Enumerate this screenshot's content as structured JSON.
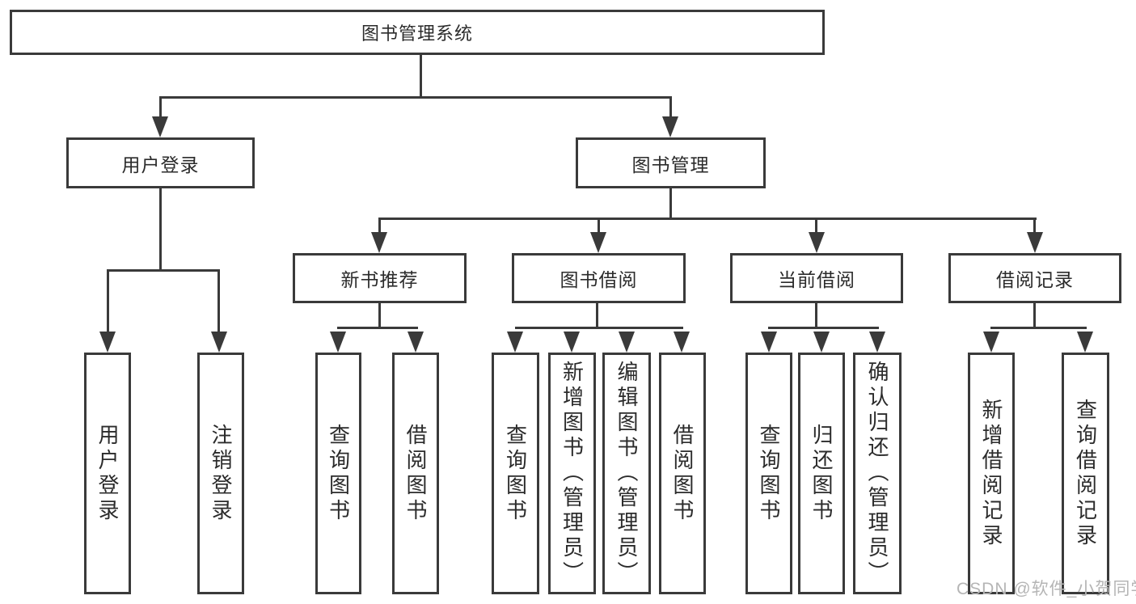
{
  "diagram_type": "hierarchy-tree",
  "colors": {
    "line": "#3a3a3a",
    "text": "#2b2b2b",
    "box_fill": "#ffffff",
    "watermark": "#b5b5b5",
    "background": "#ffffff"
  },
  "nodes": {
    "root": {
      "label": "图书管理系统"
    },
    "branches": [
      {
        "label": "用户登录",
        "leaves": [
          {
            "label": "用户登录"
          },
          {
            "label": "注销登录"
          }
        ]
      },
      {
        "label": "图书管理",
        "sections": [
          {
            "label": "新书推荐",
            "leaves": [
              {
                "label": "查询图书"
              },
              {
                "label": "借阅图书"
              }
            ]
          },
          {
            "label": "图书借阅",
            "leaves": [
              {
                "label": "查询图书"
              },
              {
                "label": "新增图书（管理员）"
              },
              {
                "label": "编辑图书（管理员）"
              },
              {
                "label": "借阅图书"
              }
            ]
          },
          {
            "label": "当前借阅",
            "leaves": [
              {
                "label": "查询图书"
              },
              {
                "label": "归还图书"
              },
              {
                "label": "确认归还（管理员）"
              }
            ]
          },
          {
            "label": "借阅记录",
            "leaves": [
              {
                "label": "新增借阅记录"
              },
              {
                "label": "查询借阅记录"
              }
            ]
          }
        ]
      }
    ]
  },
  "watermark": {
    "text": "CSDN @软件_小贺同学"
  }
}
